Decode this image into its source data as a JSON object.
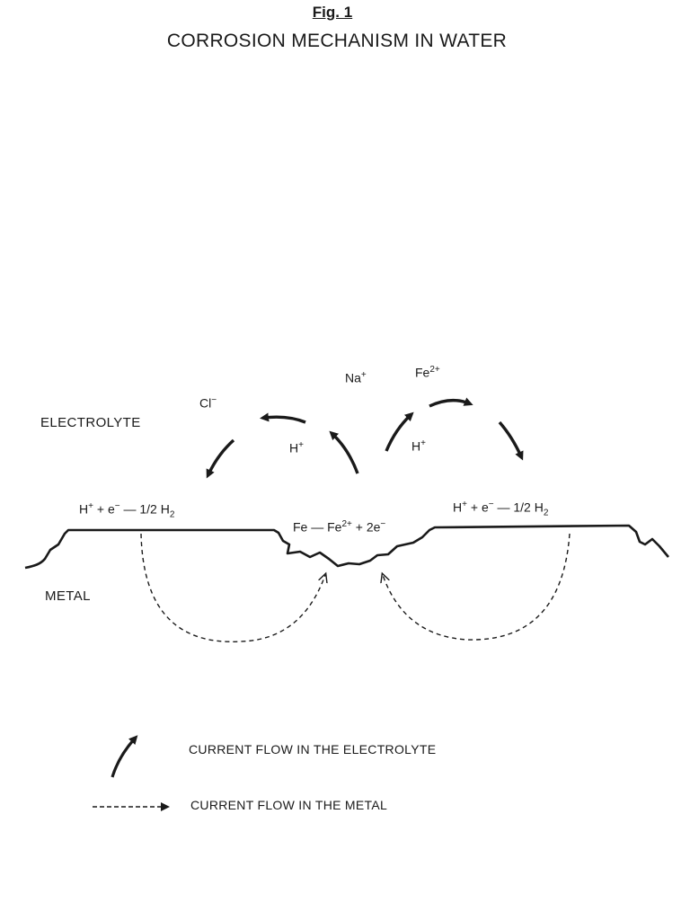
{
  "figure": {
    "number": "Fig. 1",
    "title": "CORROSION MECHANISM IN WATER"
  },
  "regions": {
    "electrolyte": "ELECTROLYTE",
    "metal": "METAL"
  },
  "ions": {
    "na": {
      "symbol": "Na",
      "charge": "+"
    },
    "fe": {
      "symbol": "Fe",
      "charge": "2+"
    },
    "cl": {
      "symbol": "Cl",
      "charge": "−"
    },
    "h_left": {
      "symbol": "H",
      "charge": "+"
    },
    "h_right": {
      "symbol": "H",
      "charge": "+"
    }
  },
  "equations": {
    "left_cathode": {
      "lhs": "H",
      "lhs_charge": "+",
      "plus": " + ",
      "electron": "e",
      "electron_charge": "−",
      "arrow": " — ",
      "rhs": "1/2 H",
      "rhs_sub": "2"
    },
    "anode": {
      "lhs": "Fe",
      "arrow": " — ",
      "product": "Fe",
      "product_charge": "2+",
      "plus": " + ",
      "electrons": "2e",
      "electrons_charge": "−"
    },
    "right_cathode": {
      "lhs": "H",
      "lhs_charge": "+",
      "plus": " + ",
      "electron": "e",
      "electron_charge": "−",
      "arrow": " — ",
      "rhs": "1/2 H",
      "rhs_sub": "2"
    }
  },
  "legend": {
    "electrolyte_flow": "CURRENT FLOW IN THE ELECTROLYTE",
    "metal_flow": "CURRENT FLOW IN THE METAL"
  }
}
